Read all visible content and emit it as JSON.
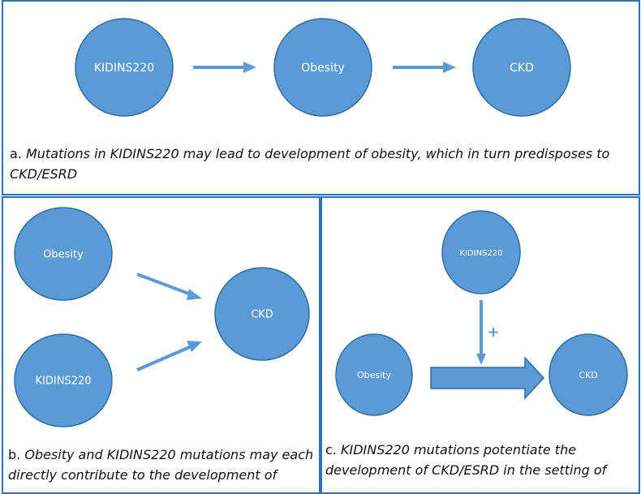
{
  "panel_a": {
    "nodes": [
      "KIDINS220",
      "Obesity",
      "CKD"
    ],
    "caption_prefix": "a.",
    "caption_text": "Mutations in KIDINS220 may lead to development of obesity, which in turn predisposes to CKD/ESRD"
  },
  "panel_b": {
    "nodes": [
      "Obesity",
      "KIDINS220",
      "CKD"
    ],
    "caption_prefix": "b.",
    "caption_text": "Obesity and KIDINS220 mutations may each directly contribute to the development of"
  },
  "panel_c": {
    "nodes": [
      "KIDINS220",
      "Obesity",
      "CKD"
    ],
    "plus_symbol": "+",
    "caption_prefix": "c.",
    "caption_text": "KIDINS220 mutations potentiate the development of CKD/ESRD in the setting of"
  },
  "colors": {
    "node_fill": "#5b9bd5",
    "node_stroke": "#2e6da4",
    "arrow": "#5b9bd5",
    "border": "#2e74b5"
  }
}
